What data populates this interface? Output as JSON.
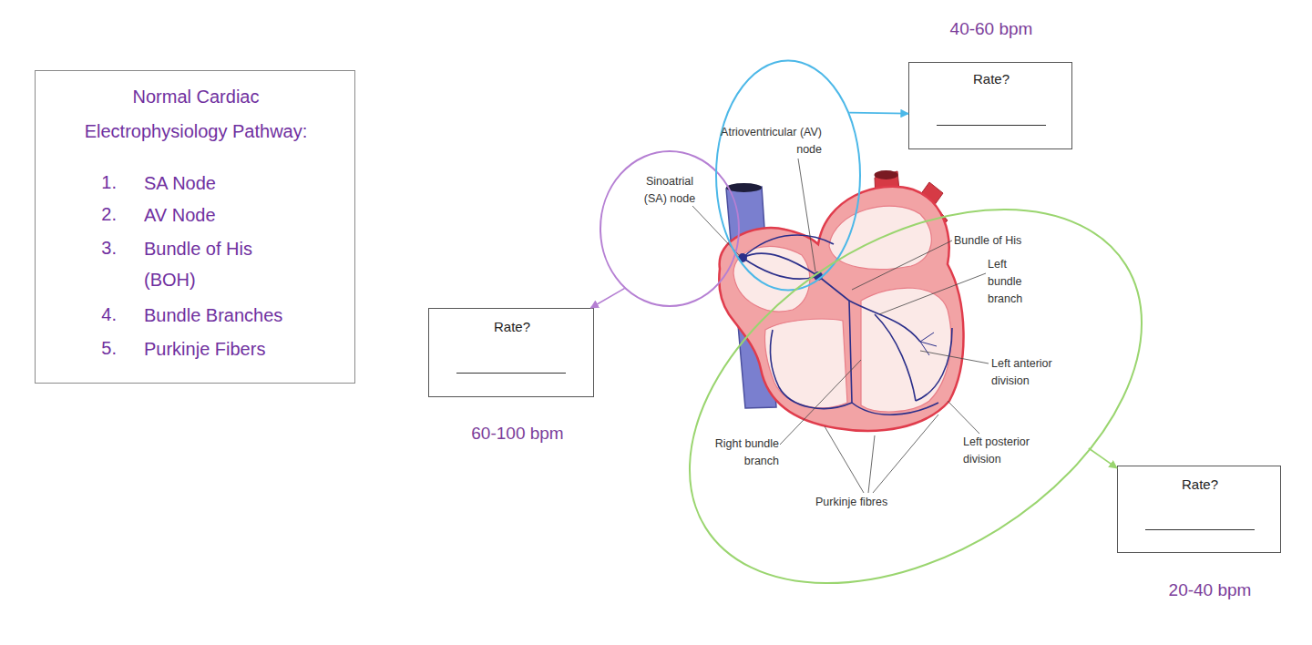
{
  "diagram": {
    "nodes": [
      {
        "text": [
          "Normal Cardiac Electrophysiology Pathway:",
          "SA Node",
          "AV Node",
          "Bundle of His (BOH)",
          "Bundle Branches",
          "Purkinje Fibers"
        ]
      },
      {
        "text": [
          "Sinoatrial (SA) node"
        ]
      },
      {
        "text": [
          "Rate?",
          "60-100 bpm"
        ]
      },
      {
        "text": [
          "Atrioventricular (AV) node"
        ]
      },
      {
        "text": [
          "Rate?",
          "40-60 bpm"
        ]
      },
      {
        "text": [
          "Bundle of His",
          "Left bundle branch",
          "Left anterior division",
          "Right bundle branch",
          "Left posterior division",
          "Purkinje fibres"
        ]
      },
      {
        "text": [
          "Rate?",
          "20-40 bpm"
        ]
      }
    ],
    "edges": [
      {
        "from": 1,
        "to": 2,
        "arrow": "to"
      },
      {
        "from": 3,
        "to": 4,
        "arrow": "to"
      },
      {
        "from": 5,
        "to": 6,
        "arrow": "to"
      }
    ],
    "labels": [
      "1.",
      "2.",
      "3.",
      "4.",
      "5."
    ]
  }
}
